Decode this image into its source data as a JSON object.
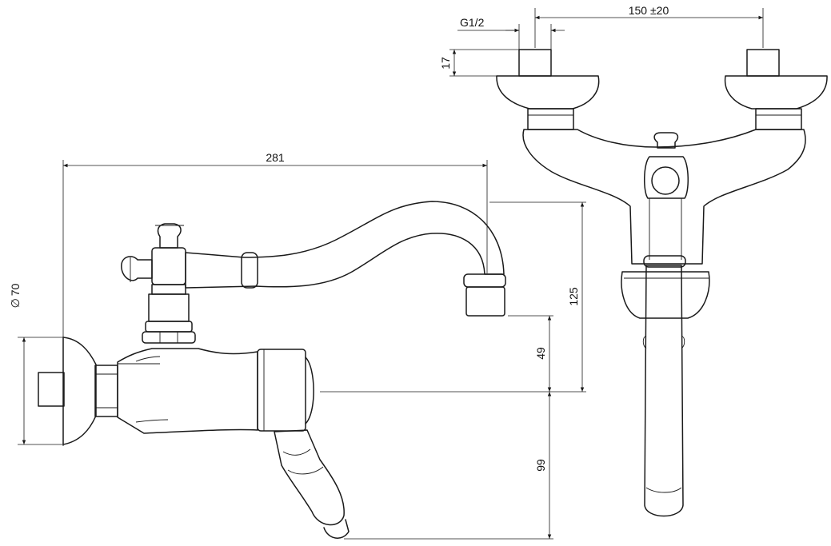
{
  "dimensions": {
    "thread": "G1/2",
    "centers": "150 ±20",
    "depth": "17",
    "projection": "281",
    "spout_height": "125",
    "outlet_offset": "49",
    "lever_drop": "99",
    "flange_diameter": "70",
    "diameter_symbol": "∅"
  },
  "colors": {
    "line": "#1a1a1a",
    "background": "#ffffff"
  }
}
